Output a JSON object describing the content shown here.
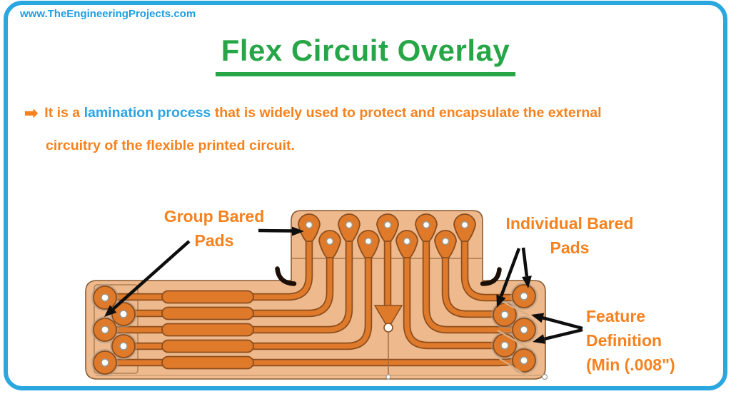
{
  "site": {
    "url": "www.TheEngineeringProjects.com"
  },
  "header": {
    "title": "Flex Circuit Overlay"
  },
  "description": {
    "bullet_icon": "➡",
    "line1": {
      "prefix": "It is a",
      "highlight": "lamination process",
      "suffix": "that is widely used to protect and encapsulate the external"
    },
    "line2": "circuitry of the flexible printed circuit."
  },
  "diagram": {
    "labels": {
      "group_bared_pads": {
        "line1": "Group Bared",
        "line2": "Pads"
      },
      "individual_bared_pads": {
        "line1": "Individual Bared",
        "line2": "Pads"
      },
      "feature_definition": {
        "line1": "Feature",
        "line2": "Definition",
        "line3": "(Min (.008\")"
      }
    }
  },
  "colors": {
    "frame_border": "#2BA7E0",
    "url_text": "#1E9EE3",
    "title_green": "#27A647",
    "body_orange": "#F5821F",
    "highlight_blue": "#29A4E4",
    "circuit_substrate": "#EDB98D",
    "circuit_trace": "#DF7A2A",
    "circuit_outline": "#8C4E1E",
    "arrow_black": "#0E0E0E"
  }
}
